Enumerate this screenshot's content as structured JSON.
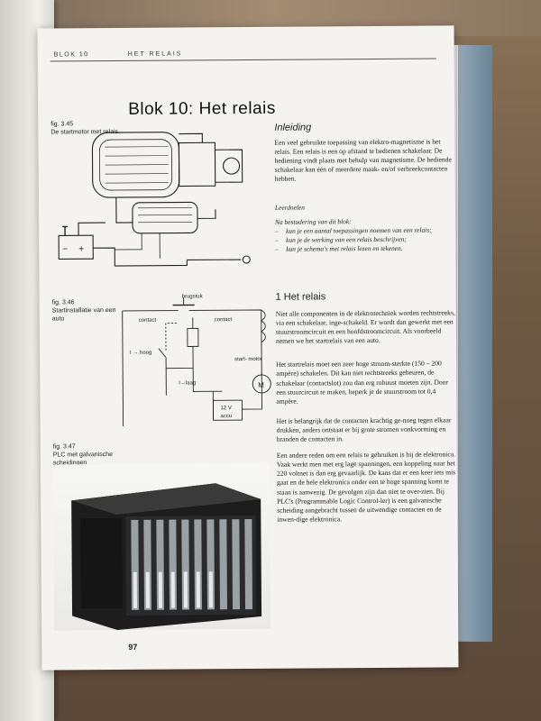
{
  "header": {
    "left": "BLOK 10",
    "right": "HET RELAIS"
  },
  "title": "Blok 10: Het relais",
  "figures": [
    {
      "number": "fig. 3.45",
      "caption": "De startmotor met relais."
    },
    {
      "number": "fig. 3.46",
      "caption": "Startinstallatie van een auto"
    },
    {
      "number": "fig. 3.47",
      "caption": "PLC met galvanische scheidingen"
    }
  ],
  "diagram_labels": {
    "brugstuk": "brugstuk",
    "contact_left": "contact",
    "contact_right": "contact",
    "i_hoog": "I → hoog",
    "i_laag": "I→laag",
    "startmotor": "start-\nmotor",
    "motor": "M",
    "accu_v": "12 V",
    "accu": "accu"
  },
  "intro": {
    "heading": "Inleiding",
    "text": "Een veel gebruikte toepassing van elektro-magnetisme is het relais. Een relais is een op afstand te bedienen schakelaar. De bediening vindt plaats met behulp van magnetisme. De bediende schakelaar kan één of meerdere maak- en/of verbreekcontacten hebben.",
    "goals_heading": "Leerdoelen",
    "goals_intro": "Na bestudering van dit blok:",
    "goals": [
      "kun je een aantal toepassingen noemen van een relais;",
      "kun je de werking van een relais beschrijven;",
      "kun je schema's met relais lezen en tekenen."
    ]
  },
  "section1": {
    "heading": "1   Het relais",
    "paragraphs": [
      "Niet alle componenten in de elektrotechniek worden rechtstreeks, via een schakelaar, inge-schakeld. Er wordt dan gewerkt met een stuurstroomcircuit en een hoofdstroomcircuit. Als voorbeeld nemen we het startrelais van een auto.",
      "Het startrelais moet een zeer hoge stroom-sterkte (150 – 200 ampère) schakelen. Dit kan niet rechtstreeks gebeuren, de schakelaar (contactslot) zou dan erg robuust moeten zijn. Door een stuurcircuit te maken, beperk je de stuurstroom tot 0,4 ampère.",
      "Het is belangrijk dat de contacten krachtig ge-noeg tegen elkaar drukken, anders ontstaat er bij grote stromen vonkvorming en branden de contacten in.",
      "Een andere reden om een relais te gebruiken is bij de elektronica. Vaak werkt men met erg lage spanningen, een koppeling naar het 220 voltnet is dan erg gevaarlijk. De kans dat er een keer iets mis gaat en de hele elektronica onder een te hoge spanning komt te staan is aanwezig. De gevolgen zijn dan niet te over-zien. Bij PLC's (Programmable Logic Control-ler) is een galvanische scheiding aangebracht tussen de uitwendige contacten en de inwen-dige elektronica."
    ]
  },
  "page_number": "97"
}
